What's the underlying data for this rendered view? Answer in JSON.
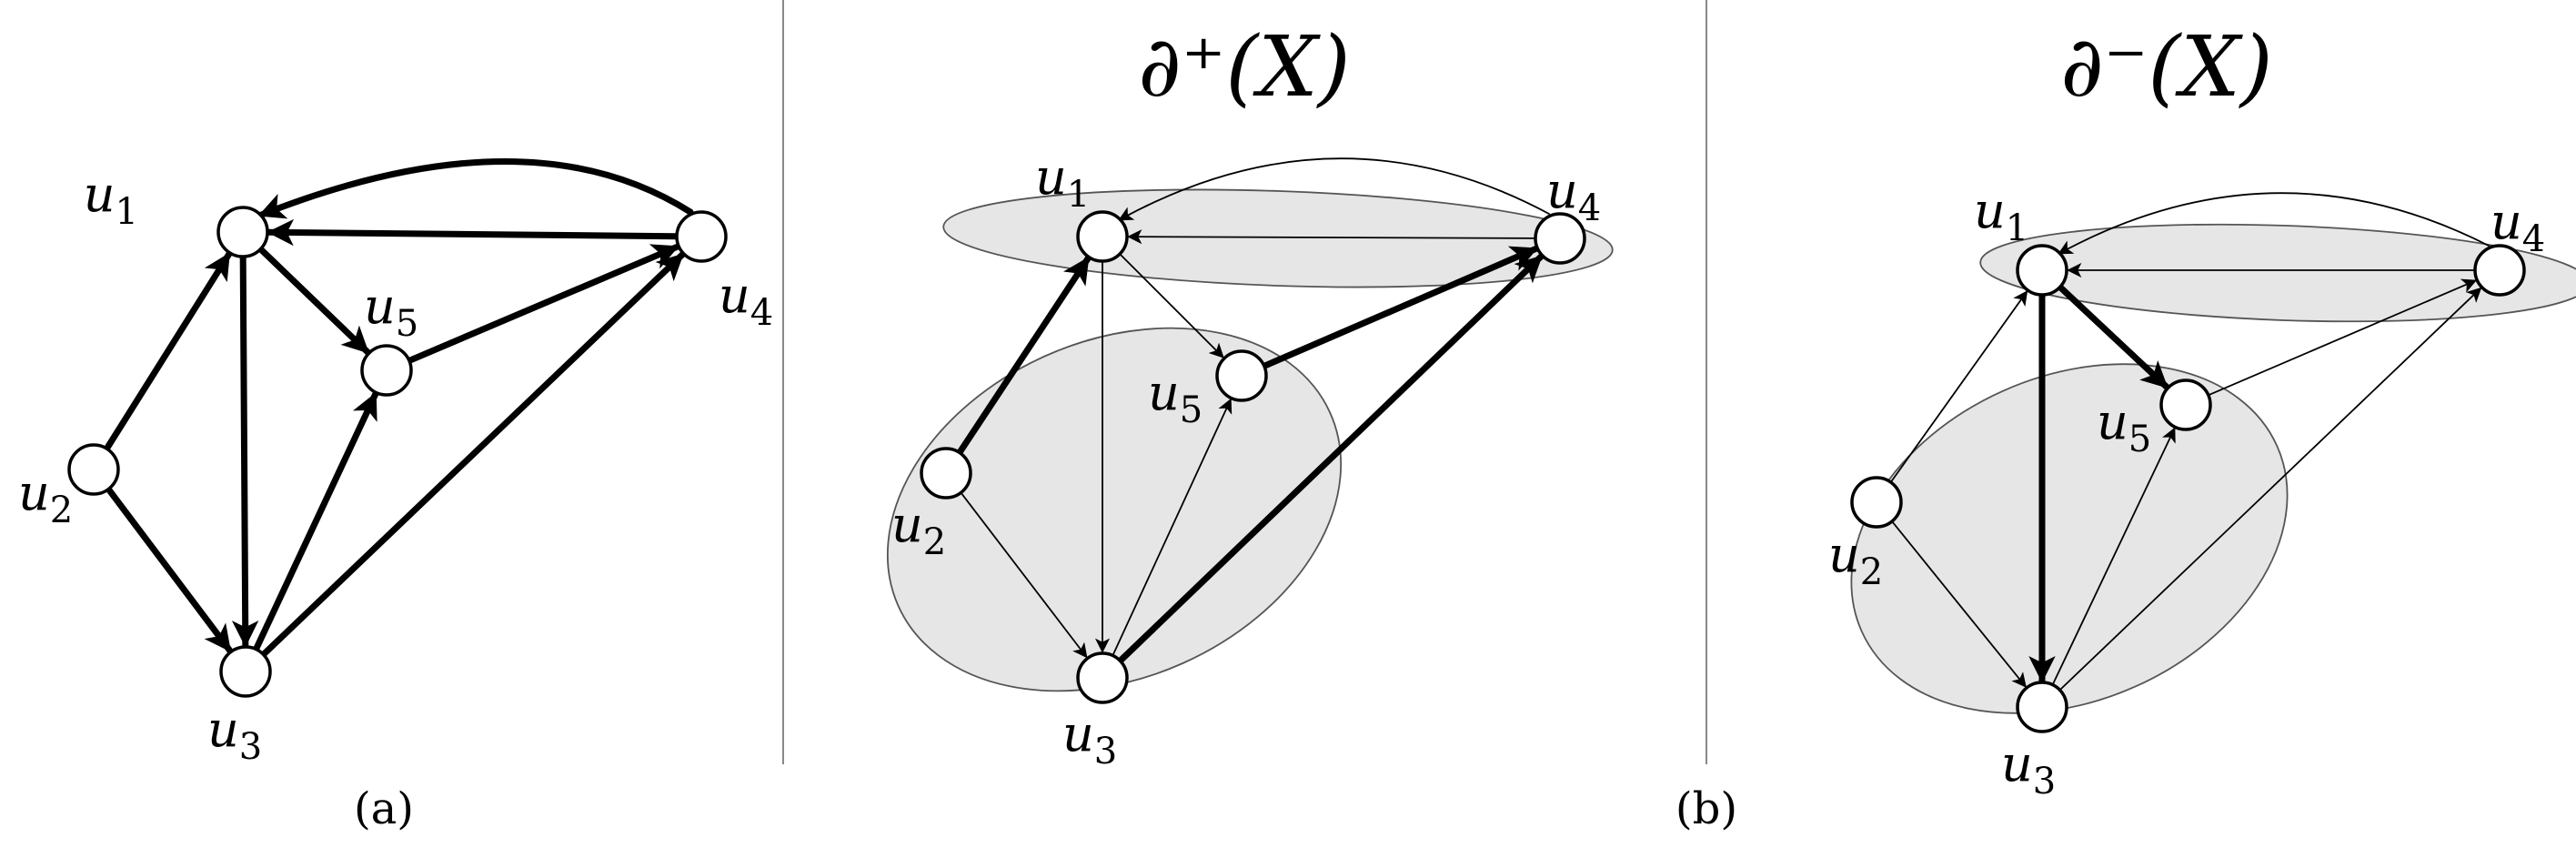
{
  "panels": [
    {
      "id": "a",
      "title": "",
      "caption": "(a)",
      "nodes": [
        {
          "id": "u1",
          "label": "u1"
        },
        {
          "id": "u2",
          "label": "u2"
        },
        {
          "id": "u3",
          "label": "u3"
        },
        {
          "id": "u4",
          "label": "u4"
        },
        {
          "id": "u5",
          "label": "u5"
        }
      ],
      "edges": [
        {
          "from": "u2",
          "to": "u1",
          "weight": "heavy"
        },
        {
          "from": "u2",
          "to": "u3",
          "weight": "heavy"
        },
        {
          "from": "u1",
          "to": "u3",
          "weight": "heavy"
        },
        {
          "from": "u1",
          "to": "u5",
          "weight": "heavy"
        },
        {
          "from": "u3",
          "to": "u5",
          "weight": "heavy"
        },
        {
          "from": "u3",
          "to": "u4",
          "weight": "heavy"
        },
        {
          "from": "u5",
          "to": "u4",
          "weight": "heavy"
        },
        {
          "from": "u4",
          "to": "u1",
          "weight": "heavy"
        },
        {
          "from": "u4",
          "to": "u1",
          "weight": "heavy",
          "curved": true
        }
      ]
    },
    {
      "id": "b-plus",
      "title": "∂⁺(X)",
      "caption": "",
      "nodes": [
        {
          "id": "u1",
          "label": "u1"
        },
        {
          "id": "u2",
          "label": "u2"
        },
        {
          "id": "u3",
          "label": "u3"
        },
        {
          "id": "u4",
          "label": "u4"
        },
        {
          "id": "u5",
          "label": "u5"
        }
      ],
      "edges": [
        {
          "from": "u2",
          "to": "u1",
          "weight": "heavy"
        },
        {
          "from": "u2",
          "to": "u3",
          "weight": "thin"
        },
        {
          "from": "u1",
          "to": "u3",
          "weight": "thin"
        },
        {
          "from": "u1",
          "to": "u5",
          "weight": "thin"
        },
        {
          "from": "u3",
          "to": "u5",
          "weight": "thin"
        },
        {
          "from": "u3",
          "to": "u4",
          "weight": "heavy"
        },
        {
          "from": "u5",
          "to": "u4",
          "weight": "heavy"
        },
        {
          "from": "u4",
          "to": "u1",
          "weight": "thin"
        },
        {
          "from": "u4",
          "to": "u1",
          "weight": "thin",
          "curved": true
        }
      ]
    },
    {
      "id": "b-minus",
      "title": "∂⁻(X)",
      "caption": "",
      "nodes": [
        {
          "id": "u1",
          "label": "u1"
        },
        {
          "id": "u2",
          "label": "u2"
        },
        {
          "id": "u3",
          "label": "u3"
        },
        {
          "id": "u4",
          "label": "u4"
        },
        {
          "id": "u5",
          "label": "u5"
        }
      ],
      "edges": [
        {
          "from": "u2",
          "to": "u1",
          "weight": "thin"
        },
        {
          "from": "u2",
          "to": "u3",
          "weight": "thin"
        },
        {
          "from": "u1",
          "to": "u3",
          "weight": "heavy"
        },
        {
          "from": "u1",
          "to": "u5",
          "weight": "heavy"
        },
        {
          "from": "u3",
          "to": "u5",
          "weight": "thin"
        },
        {
          "from": "u3",
          "to": "u4",
          "weight": "thin"
        },
        {
          "from": "u5",
          "to": "u4",
          "weight": "thin"
        },
        {
          "from": "u4",
          "to": "u1",
          "weight": "thin"
        },
        {
          "from": "u4",
          "to": "u1",
          "weight": "thin",
          "curved": true
        }
      ]
    }
  ],
  "caption_b": "(b)"
}
